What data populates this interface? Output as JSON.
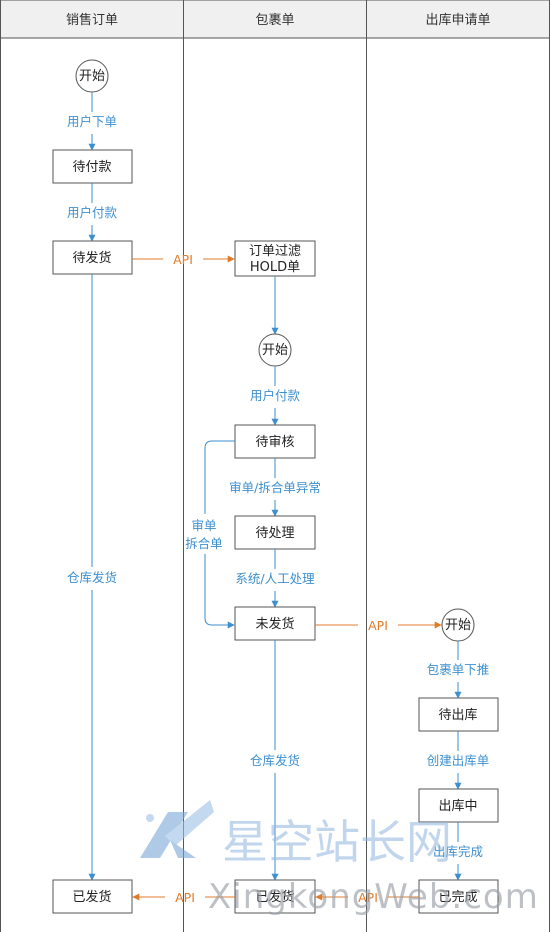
{
  "lanes": {
    "sales_order": "销售订单",
    "package": "包裹单",
    "outbound": "出库申请单"
  },
  "nodes": {
    "sales_start": "开始",
    "pending_payment": "待付款",
    "pending_ship": "待发货",
    "shipped": "已发货",
    "order_filter_line1": "订单过滤",
    "order_filter_line2": "HOLD单",
    "package_start": "开始",
    "pending_review": "待审核",
    "pending_process": "待处理",
    "not_shipped": "未发货",
    "package_shipped": "已发货",
    "outbound_start": "开始",
    "pending_out": "待出库",
    "in_outbound": "出库中",
    "completed": "已完成"
  },
  "labels": {
    "user_order": "用户下单",
    "user_pay": "用户付款",
    "api_to_package": "API",
    "warehouse_ship_left": "仓库发货",
    "package_user_pay": "用户付款",
    "review_split_abnormal": "审单/拆合单异常",
    "review_line1": "审单",
    "review_line2": "拆合单",
    "system_manual": "系统/人工处理",
    "api_to_outbound": "API",
    "package_push": "包裹单下推",
    "create_outbound": "创建出库单",
    "outbound_complete": "出库完成",
    "warehouse_ship_mid": "仓库发货",
    "api_back_left": "API",
    "api_back_mid": "API"
  },
  "watermark": {
    "text": "星空站长网",
    "url": "XingkongWeb.com"
  },
  "colors": {
    "flow_blue": "#3d8fcf",
    "api_orange": "#e07b2a",
    "header_bg": "#f0f0f0",
    "border": "#555555"
  }
}
